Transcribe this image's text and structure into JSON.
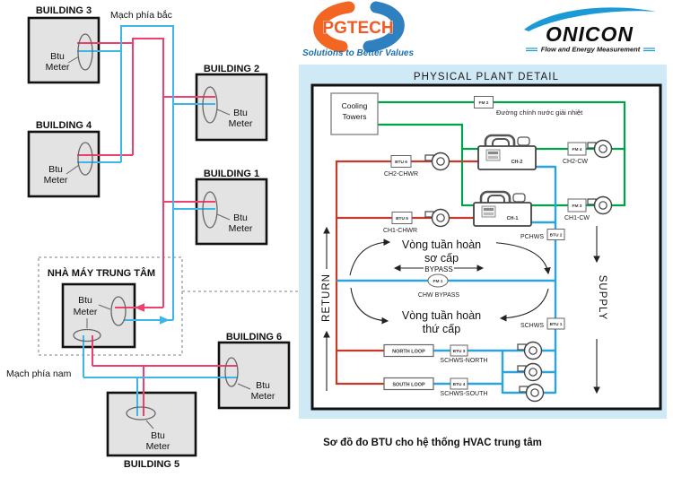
{
  "logos": {
    "pgtech": {
      "name": "PGTECH",
      "tagline": "Solutions to Better Values"
    },
    "onicon": {
      "name": "ONICON",
      "tagline": "Flow and Energy Measurement"
    }
  },
  "caption": "Sơ đồ đo BTU cho hệ thống HVAC trung tâm",
  "network": {
    "north_label": "Mạch phía bắc",
    "south_label": "Mạch phía nam",
    "plant_label": "NHÀ MÁY TRUNG TÂM",
    "meter_line1": "Btu",
    "meter_line2": "Meter",
    "buildings": [
      "BUILDING 3",
      "BUILDING 2",
      "BUILDING 4",
      "BUILDING 1",
      "BUILDING 6",
      "BUILDING 5"
    ]
  },
  "plant": {
    "title": "PHYSICAL PLANT DETAIL",
    "cooling_towers": {
      "line1": "Cooling",
      "line2": "Towers"
    },
    "condenser_main_label": "Đường chính nước giải nhiệt",
    "primary_loop": {
      "line1": "Vòng tuần hoàn",
      "line2": "sơ cấp"
    },
    "secondary_loop": {
      "line1": "Vòng tuần hoàn",
      "line2": "thứ cấp"
    },
    "return_label": "RETURN",
    "supply_label": "SUPPLY",
    "bypass_label": "BYPASS",
    "chw_bypass_label": "CHW BYPASS",
    "pchws_label": "PCHWS",
    "schws_label": "SCHWS",
    "ch2_chwr_label": "CH2-CHWR",
    "ch1_chwr_label": "CH1-CHWR",
    "ch2_cw_label": "CH2-CW",
    "ch1_cw_label": "CH1-CW",
    "schws_north_label": "SCHWS-NORTH",
    "schws_south_label": "SCHWS-SOUTH",
    "north_loop_label": "NORTH LOOP",
    "south_loop_label": "SOUTH LOOP",
    "chiller_2": "CH-2",
    "chiller_1": "CH-1",
    "meters": {
      "fm1": "FM 1",
      "fm2": "FM 2",
      "fm3": "FM 3",
      "fm4": "FM 4",
      "btu1": "BTU 1",
      "btu2": "BTU 2",
      "btu3": "BTU 3",
      "btu4": "BTU 4",
      "btu5": "BTU 5",
      "btu6": "BTU 6"
    }
  },
  "colors": {
    "network_red": "#ef3f6c",
    "network_blue": "#3eb5e8",
    "plant_red": "#c43a2c",
    "plant_green": "#00a14b",
    "plant_blue": "#2ba3dc",
    "panel_bg": "#cfe9f6",
    "building_fill": "#e3e3e3"
  }
}
